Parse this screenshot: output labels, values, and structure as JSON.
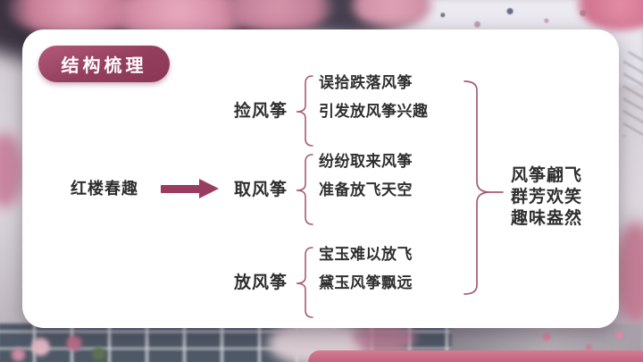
{
  "slide": {
    "badge": "结构梳理",
    "root": "红楼春趣",
    "groups": [
      {
        "label": "捡风筝",
        "items": [
          "误拾跌落风筝",
          "引发放风筝兴趣"
        ]
      },
      {
        "label": "取风筝",
        "items": [
          "纷纷取来风筝",
          "准备放飞天空"
        ]
      },
      {
        "label": "放风筝",
        "items": [
          "宝玉难以放飞",
          "黛玉风筝飘远"
        ]
      }
    ],
    "conclusion": {
      "lines": [
        "风筝翩飞",
        "群芳欢笑",
        "趣味盎然"
      ]
    },
    "colors": {
      "accent_arrow": "#9a3c60",
      "badge_gradient_start": "#b25a7a",
      "badge_gradient_end": "#8a3755",
      "brace": "#a65b74",
      "text": "#2f2f2f",
      "bottom_bar": "#c2627e",
      "card": "#ffffff"
    }
  }
}
